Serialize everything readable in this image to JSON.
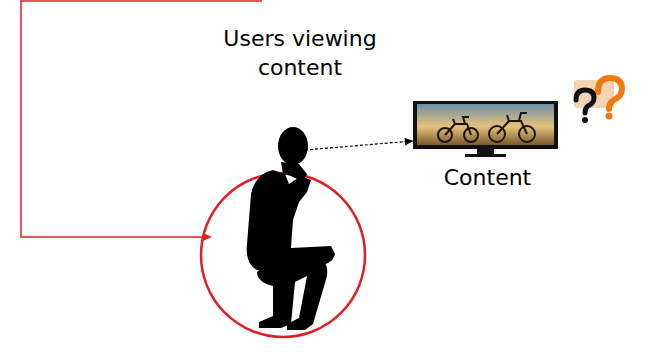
{
  "diagram": {
    "nodes": [
      {
        "text": [
          "Users viewing content"
        ]
      },
      {
        "text": [
          "Content"
        ]
      }
    ],
    "edges": [
      {
        "from": 0,
        "to": 1,
        "arrow": "to"
      }
    ]
  }
}
